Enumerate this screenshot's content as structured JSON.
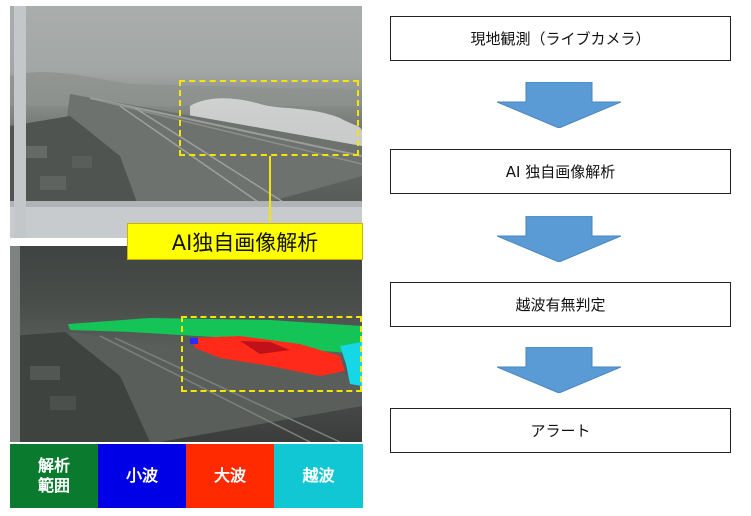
{
  "overlay": {
    "callout_label": "AI独自画像解析"
  },
  "legend": [
    {
      "label_line1": "解析",
      "label_line2": "範囲",
      "color": "#0a7a2e"
    },
    {
      "label_line1": "小波",
      "label_line2": "",
      "color": "#0000e6"
    },
    {
      "label_line1": "大波",
      "label_line2": "",
      "color": "#ff2a00"
    },
    {
      "label_line1": "越波",
      "label_line2": "",
      "color": "#12c7d4"
    }
  ],
  "flow": {
    "steps": [
      "現地観測（ライブカメラ）",
      "AI 独自画像解析",
      "越波有無判定",
      "アラート"
    ],
    "arrow_color": "#5b9bd5"
  }
}
